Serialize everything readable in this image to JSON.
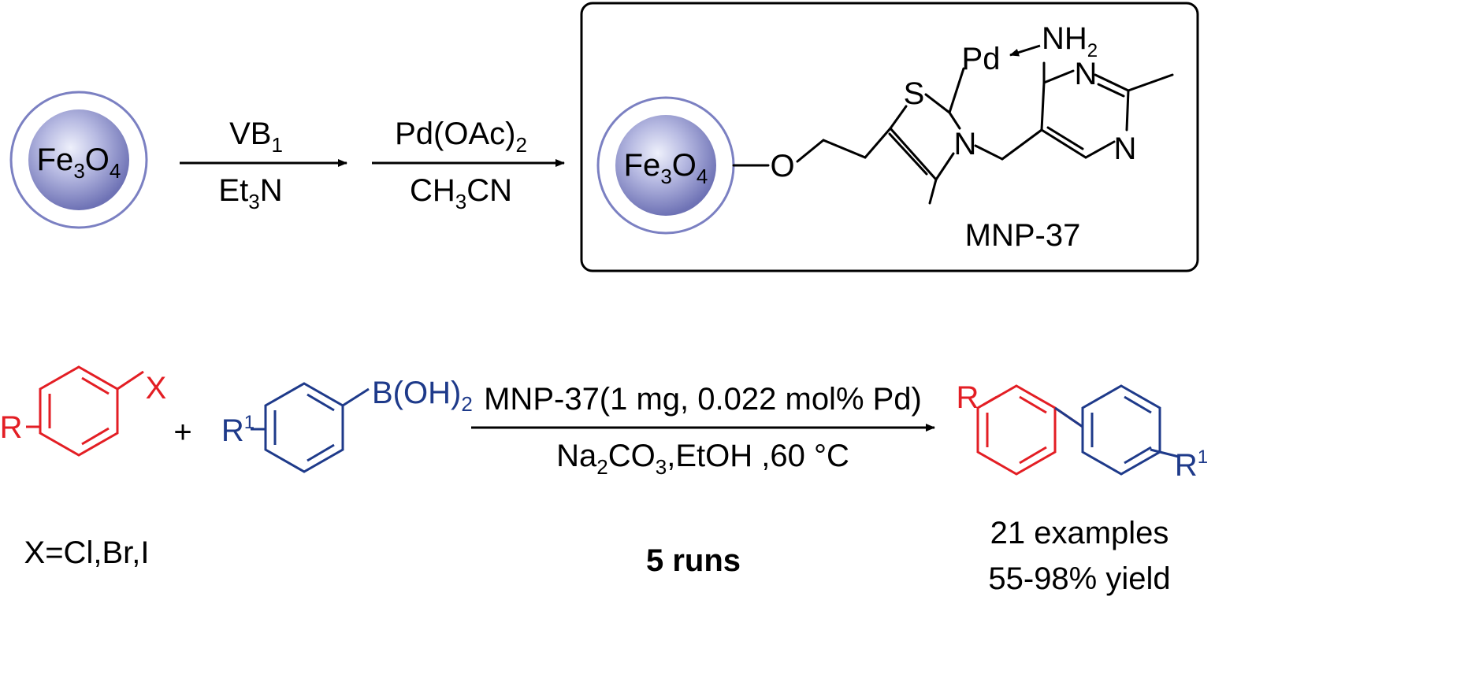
{
  "colors": {
    "aryl_halide": "#e31e24",
    "boronic_acid": "#1e3a8a",
    "nanoparticle_core": "#8b8fc8",
    "nanoparticle_shell": "#7b80c2",
    "ink": "#000000"
  },
  "synthesis": {
    "nanoparticle_label": {
      "main": "Fe",
      "sub1": "3",
      "mid": "O",
      "sub2": "4"
    },
    "step1": {
      "above_main": "VB",
      "above_sub": "1",
      "below_pre": "Et",
      "below_sub": "3",
      "below_post": "N"
    },
    "step2": {
      "above_main": "Pd(OAc)",
      "above_sub": "2",
      "below_pre": "CH",
      "below_sub": "3",
      "below_post": "CN"
    },
    "product": {
      "name": "MNP-37",
      "atoms": {
        "O": "O",
        "S": "S",
        "N_ring": "N",
        "Pd": "Pd",
        "NH": "NH",
        "NH_sub": "2",
        "N_upper": "N",
        "N_lower": "N"
      }
    }
  },
  "coupling": {
    "aryl_halide": {
      "substituent": "R",
      "leaving_group": "X",
      "note": "X=Cl,Br,I"
    },
    "plus": "+",
    "boronic_acid": {
      "substituent_main": "R",
      "substituent_sup": "1",
      "group_main": "B(OH)",
      "group_sub": "2"
    },
    "conditions": {
      "above": "MNP-37(1 mg, 0.022 mol% Pd)",
      "below_a": "Na",
      "below_sub1": "2",
      "below_b": "CO",
      "below_sub2": "3",
      "below_c": ",EtOH ,60 °C"
    },
    "runs": "5  runs",
    "product": {
      "r_label": "R",
      "r1_main": "R",
      "r1_sup": "1",
      "examples": "21 examples",
      "yield": "55-98% yield"
    }
  }
}
